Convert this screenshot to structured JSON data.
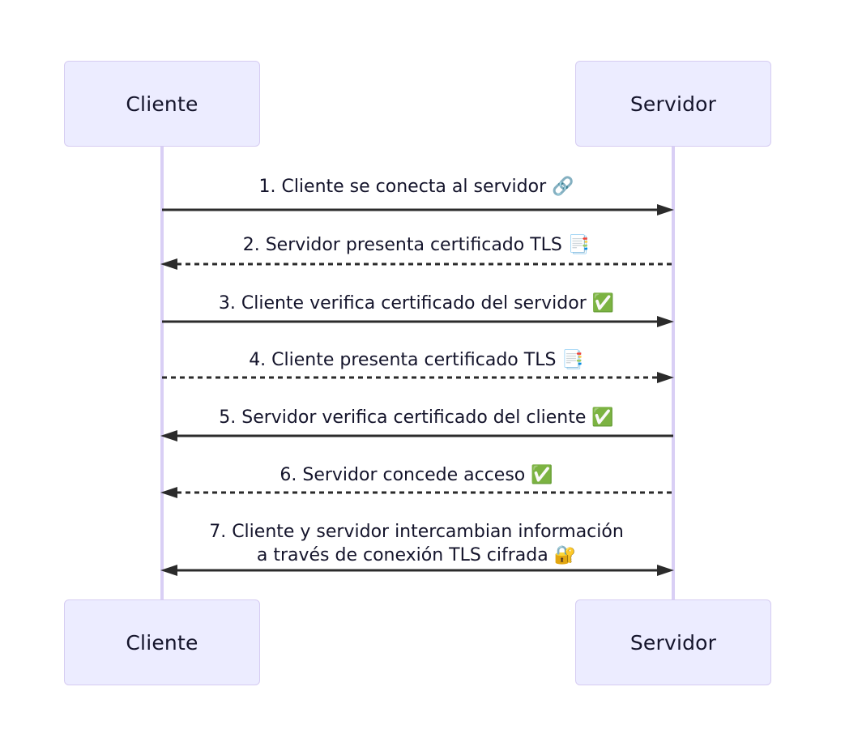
{
  "diagram": {
    "type": "sequence-diagram",
    "background_color": "#ffffff",
    "participant_box_fill": "#ececff",
    "participant_box_border": "#d6ccf2",
    "lifeline_color": "#d9cff5",
    "arrow_color": "#2b2b2b",
    "text_color": "#14142b",
    "participants": [
      {
        "id": "cliente",
        "label": "Cliente"
      },
      {
        "id": "servidor",
        "label": "Servidor"
      }
    ],
    "messages": [
      {
        "number": "1.",
        "text": "1. Cliente se conecta al servidor 🔗",
        "line1": "1. Cliente se conecta al servidor 🔗",
        "line2": "",
        "from": "cliente",
        "to": "servidor",
        "direction": "right",
        "style": "solid",
        "icon": "link-icon",
        "icon_glyph": "🔗"
      },
      {
        "number": "2.",
        "text": "2. Servidor presenta certificado TLS 📑",
        "line1": "2. Servidor presenta certificado TLS 📑",
        "line2": "",
        "from": "servidor",
        "to": "cliente",
        "direction": "left",
        "style": "dashed",
        "icon": "document-icon",
        "icon_glyph": "📑"
      },
      {
        "number": "3.",
        "text": "3. Cliente verifica certificado del servidor ✅",
        "line1": "3. Cliente verifica certificado del servidor ✅",
        "line2": "",
        "from": "cliente",
        "to": "servidor",
        "direction": "right",
        "style": "solid",
        "icon": "check-mark-icon",
        "icon_glyph": "✅"
      },
      {
        "number": "4.",
        "text": "4. Cliente presenta certificado TLS 📑",
        "line1": "4. Cliente presenta certificado TLS 📑",
        "line2": "",
        "from": "cliente",
        "to": "servidor",
        "direction": "right",
        "style": "dashed",
        "icon": "document-icon",
        "icon_glyph": "📑"
      },
      {
        "number": "5.",
        "text": "5. Servidor verifica certificado del cliente ✅",
        "line1": "5. Servidor verifica certificado del cliente ✅",
        "line2": "",
        "from": "servidor",
        "to": "cliente",
        "direction": "left",
        "style": "solid",
        "icon": "check-mark-icon",
        "icon_glyph": "✅"
      },
      {
        "number": "6.",
        "text": "6. Servidor concede acceso ✅",
        "line1": "6. Servidor concede acceso ✅",
        "line2": "",
        "from": "servidor",
        "to": "cliente",
        "direction": "left",
        "style": "dashed",
        "icon": "check-mark-icon",
        "icon_glyph": "✅"
      },
      {
        "number": "7.",
        "text": "7. Cliente y servidor intercambian información a través de conexión TLS cifrada 🔐",
        "line1": "7. Cliente y servidor intercambian información",
        "line2": "a través de conexión TLS cifrada 🔐",
        "from": "cliente",
        "to": "servidor",
        "direction": "both",
        "style": "solid",
        "icon": "lock-with-key-icon",
        "icon_glyph": "🔐"
      }
    ]
  }
}
